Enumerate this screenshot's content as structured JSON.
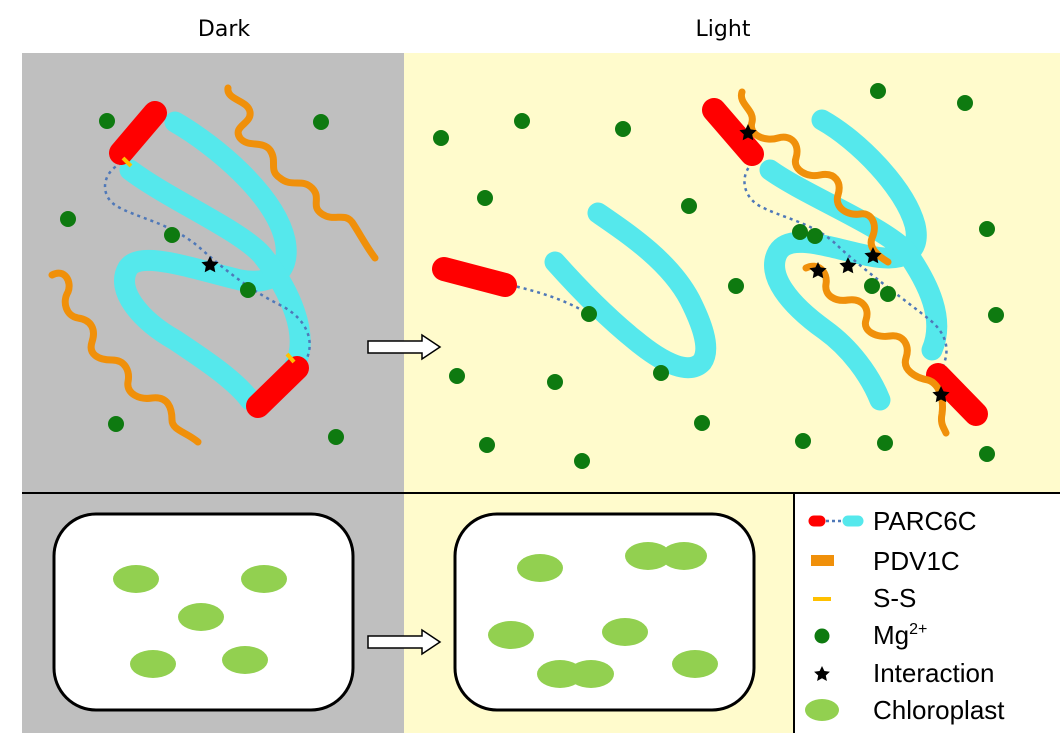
{
  "headers": {
    "dark": "Dark",
    "light": "Light"
  },
  "legend": [
    {
      "key": "parc6c",
      "label": "PARC6C"
    },
    {
      "key": "pdv1c",
      "label": "PDV1C"
    },
    {
      "key": "ss",
      "label": "S-S"
    },
    {
      "key": "mg",
      "label": "Mg",
      "sup": "2+"
    },
    {
      "key": "interaction",
      "label": "Interaction"
    },
    {
      "key": "chloroplast",
      "label": "Chloroplast"
    }
  ],
  "colors": {
    "dark_bg": "#bfbfbf",
    "light_bg": "#fffbcc",
    "parc6c_head": "#ff0000",
    "parc6c_body": "#55e8ec",
    "linker": "#4f78b8",
    "pdv1c": "#f0900a",
    "ss": "#ffc000",
    "mg": "#0e7a10",
    "chloroplast": "#92d050",
    "interaction": "#000000"
  }
}
